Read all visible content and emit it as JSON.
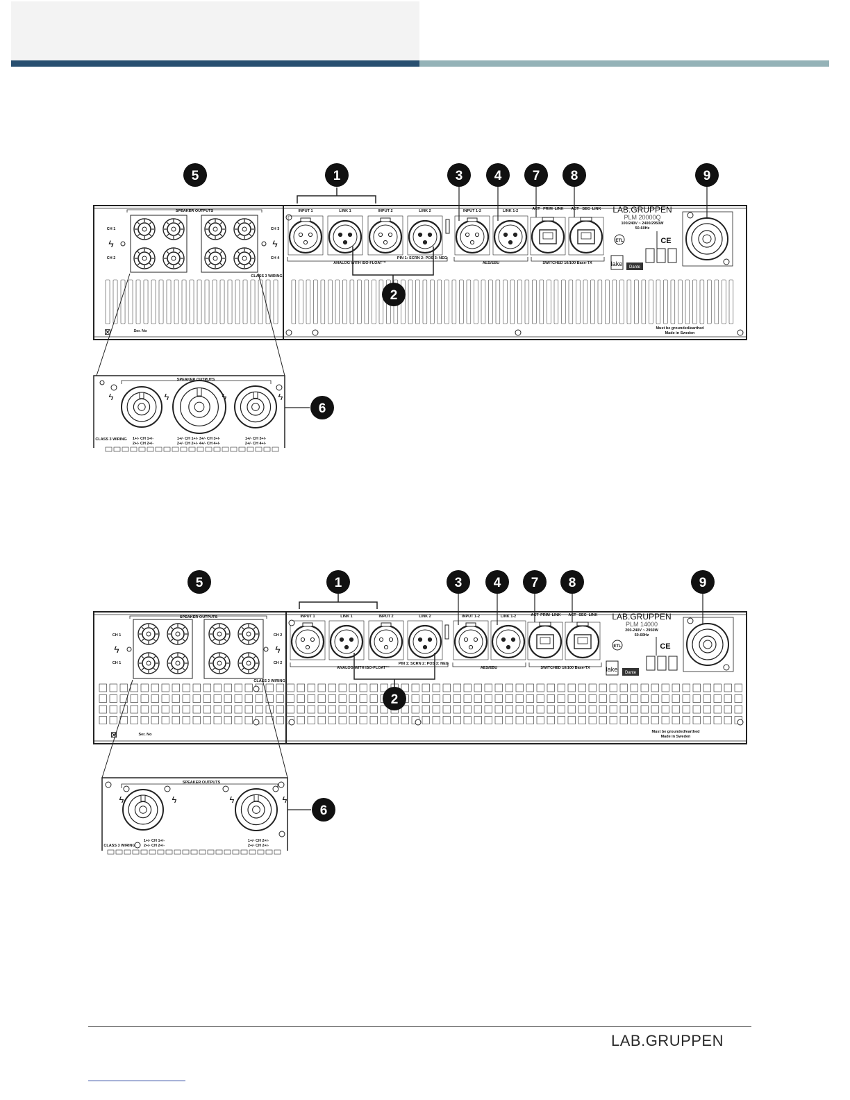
{
  "brand": "LAB.GRUPPEN",
  "callouts": [
    "1",
    "2",
    "3",
    "4",
    "5",
    "6",
    "7",
    "8",
    "9"
  ],
  "labels": {
    "speaker_outputs": "SPEAKER OUTPUTS",
    "ch1": "CH 1",
    "ch2": "CH 2",
    "ch3": "CH 3",
    "ch4": "CH 4",
    "input1": "INPUT 1",
    "link1": "LINK 1",
    "input2": "INPUT 2",
    "link2": "LINK 2",
    "input12": "INPUT 1-2",
    "link12": "LINK 1-2",
    "act": "ACT",
    "prim": "PRIM",
    "sec": "SEC",
    "link": "LINK",
    "analog": "ANALOG WITH ISO-FLOAT™",
    "pin": "PIN 1: SCRN 2: POS 3: NEG",
    "aesebu": "AES/EBU",
    "switched": "SWITCHED 10/100 Base-TX",
    "class3": "CLASS 3 WIRING",
    "ser": "Ser. No",
    "grounded": "Must be grounded/earthed",
    "made": "Made in Sweden",
    "lake": "lake",
    "dante": "Dante",
    "ce": "CE"
  },
  "panel1": {
    "model": "PLM 20000Q",
    "rating": "100/240V ~ 2400/2950W",
    "freq": "50-60Hz",
    "side_labels": [
      "CH 1",
      "CH 2",
      "CH 3",
      "CH 4"
    ],
    "pin_labels": [
      "1+/- CH 1+/-\n2+/- CH 2+/-",
      "1+/- CH 1+/-\n2+/- CH 2+/-",
      "3+/- CH 3+/-\n4+/- CH 4+/-",
      "1+/- CH 3+/-\n2+/- CH 4+/-"
    ]
  },
  "panel2": {
    "model": "PLM 14000",
    "rating": "200-240V ~ 2950W",
    "freq": "50-60Hz",
    "side_labels": [
      "CH 1",
      "CH 1",
      "CH 2",
      "CH 2"
    ],
    "pin_labels": [
      "1+/- CH 1+/-\n2+/- CH 2+/-",
      "1+/- CH 2+/-\n2+/- CH 2+/-"
    ]
  }
}
